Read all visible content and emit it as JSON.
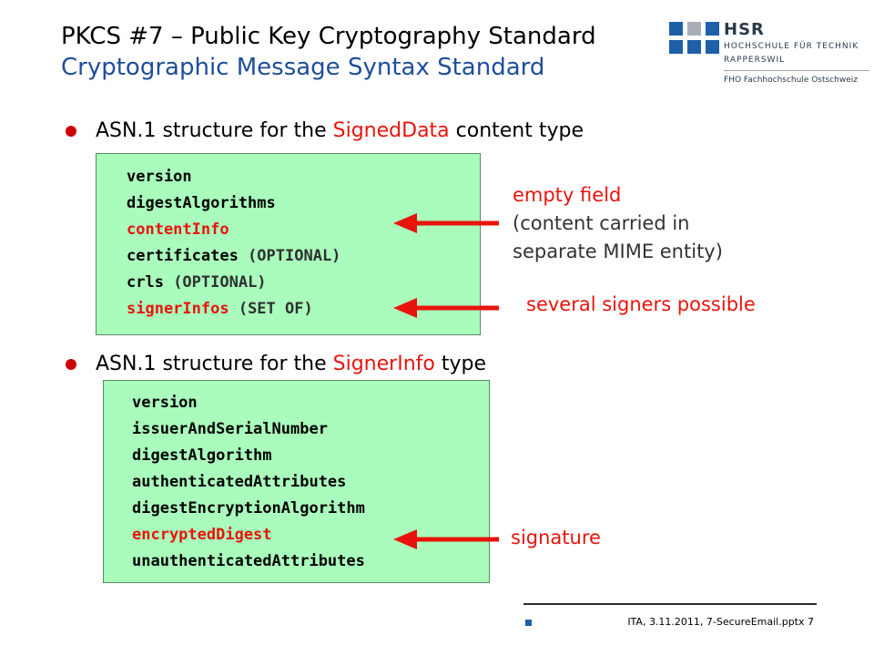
{
  "header": {
    "title": "PKCS #7 – Public Key Cryptography Standard",
    "subtitle": "Cryptographic Message Syntax Standard"
  },
  "logo": {
    "name": "HSR",
    "line1": "HOCHSCHULE FÜR TECHNIK",
    "line2": "RAPPERSWIL",
    "line3": "FHO Fachhochschule Ostschweiz"
  },
  "bullet1": {
    "prefix": "ASN.1 structure for the ",
    "highlight": "SignedData",
    "suffix": " content type"
  },
  "signed_data_fields": [
    {
      "name": "version",
      "extra": ""
    },
    {
      "name": "digestAlgorithms",
      "extra": ""
    },
    {
      "name": "contentInfo",
      "extra": ""
    },
    {
      "name": "certificates",
      "extra": " (OPTIONAL)"
    },
    {
      "name": "crls",
      "extra": " (OPTIONAL)"
    },
    {
      "name": "signerInfos",
      "extra": " (SET OF)"
    }
  ],
  "bullet2": {
    "prefix": "ASN.1 structure for the ",
    "highlight": "SignerInfo",
    "suffix": " type"
  },
  "signer_info_fields": [
    {
      "name": "version"
    },
    {
      "name": "issuerAndSerialNumber"
    },
    {
      "name": "digestAlgorithm"
    },
    {
      "name": "authenticatedAttributes"
    },
    {
      "name": "digestEncryptionAlgorithm"
    },
    {
      "name": "encryptedDigest"
    },
    {
      "name": "unauthenticatedAttributes"
    }
  ],
  "notes": {
    "empty_field": "empty field",
    "content_carried_1": "(content carried in",
    "content_carried_2": "separate MIME entity)",
    "several_signers": "several signers possible",
    "signature": "signature"
  },
  "footer": {
    "text": "ITA, 3.11.2011, 7-SecureEmail.pptx 7"
  },
  "colors": {
    "highlight_red": "#e8140c",
    "code_box_green": "#a9fcbc",
    "subtitle_blue": "#1f4e9a",
    "logo_blue": "#1f5fa8"
  }
}
